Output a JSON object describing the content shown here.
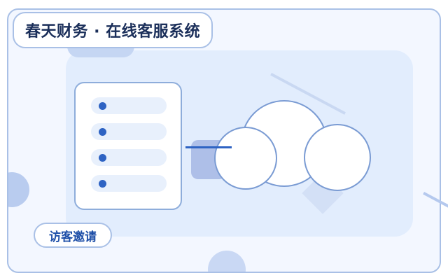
{
  "header": {
    "title": "春天财务 · 在线客服系统"
  },
  "list_panel": {
    "items": [
      {
        "icon": "bullet-dot"
      },
      {
        "icon": "bullet-dot"
      },
      {
        "icon": "bullet-dot"
      },
      {
        "icon": "bullet-dot"
      }
    ]
  },
  "illustration": {
    "icon": "chat-cloud"
  },
  "actions": {
    "invite_label": "访客邀请"
  },
  "colors": {
    "accent": "#2e63c3",
    "title_text": "#1b2f5a",
    "border": "#a9c0e6",
    "panel_bg": "#e2edfd",
    "page_bg": "#f3f7ff"
  }
}
